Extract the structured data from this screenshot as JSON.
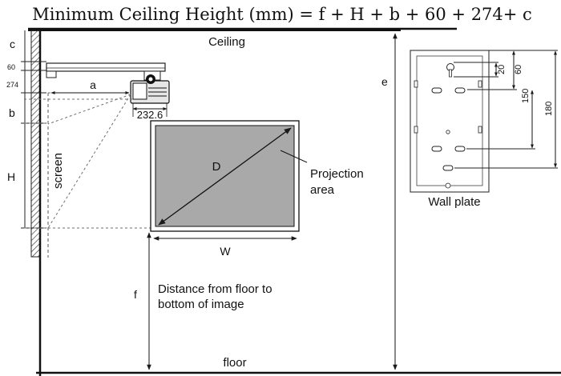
{
  "title": "Minimum Ceiling Height (mm) = f + H + b + 60 + 274+ c",
  "labels": {
    "ceiling": "Ceiling",
    "floor": "floor",
    "c": "c",
    "d60": "60",
    "d274": "274",
    "b": "b",
    "H": "H",
    "screen": "screen",
    "a": "a",
    "d232": "232.6",
    "e": "e",
    "D": "D",
    "W": "W",
    "f": "f",
    "projection_line1": "Projection",
    "projection_line2": "area",
    "distance_line1": "Distance from floor to",
    "distance_line2": "bottom of image"
  },
  "wall_plate": {
    "label": "Wall plate",
    "d20": "20",
    "d60": "60",
    "d150": "150",
    "d180": "180"
  },
  "colors": {
    "projection_fill": "#a9a9a9",
    "line": "#1a1a1a",
    "dash": "#6e6e6e"
  }
}
